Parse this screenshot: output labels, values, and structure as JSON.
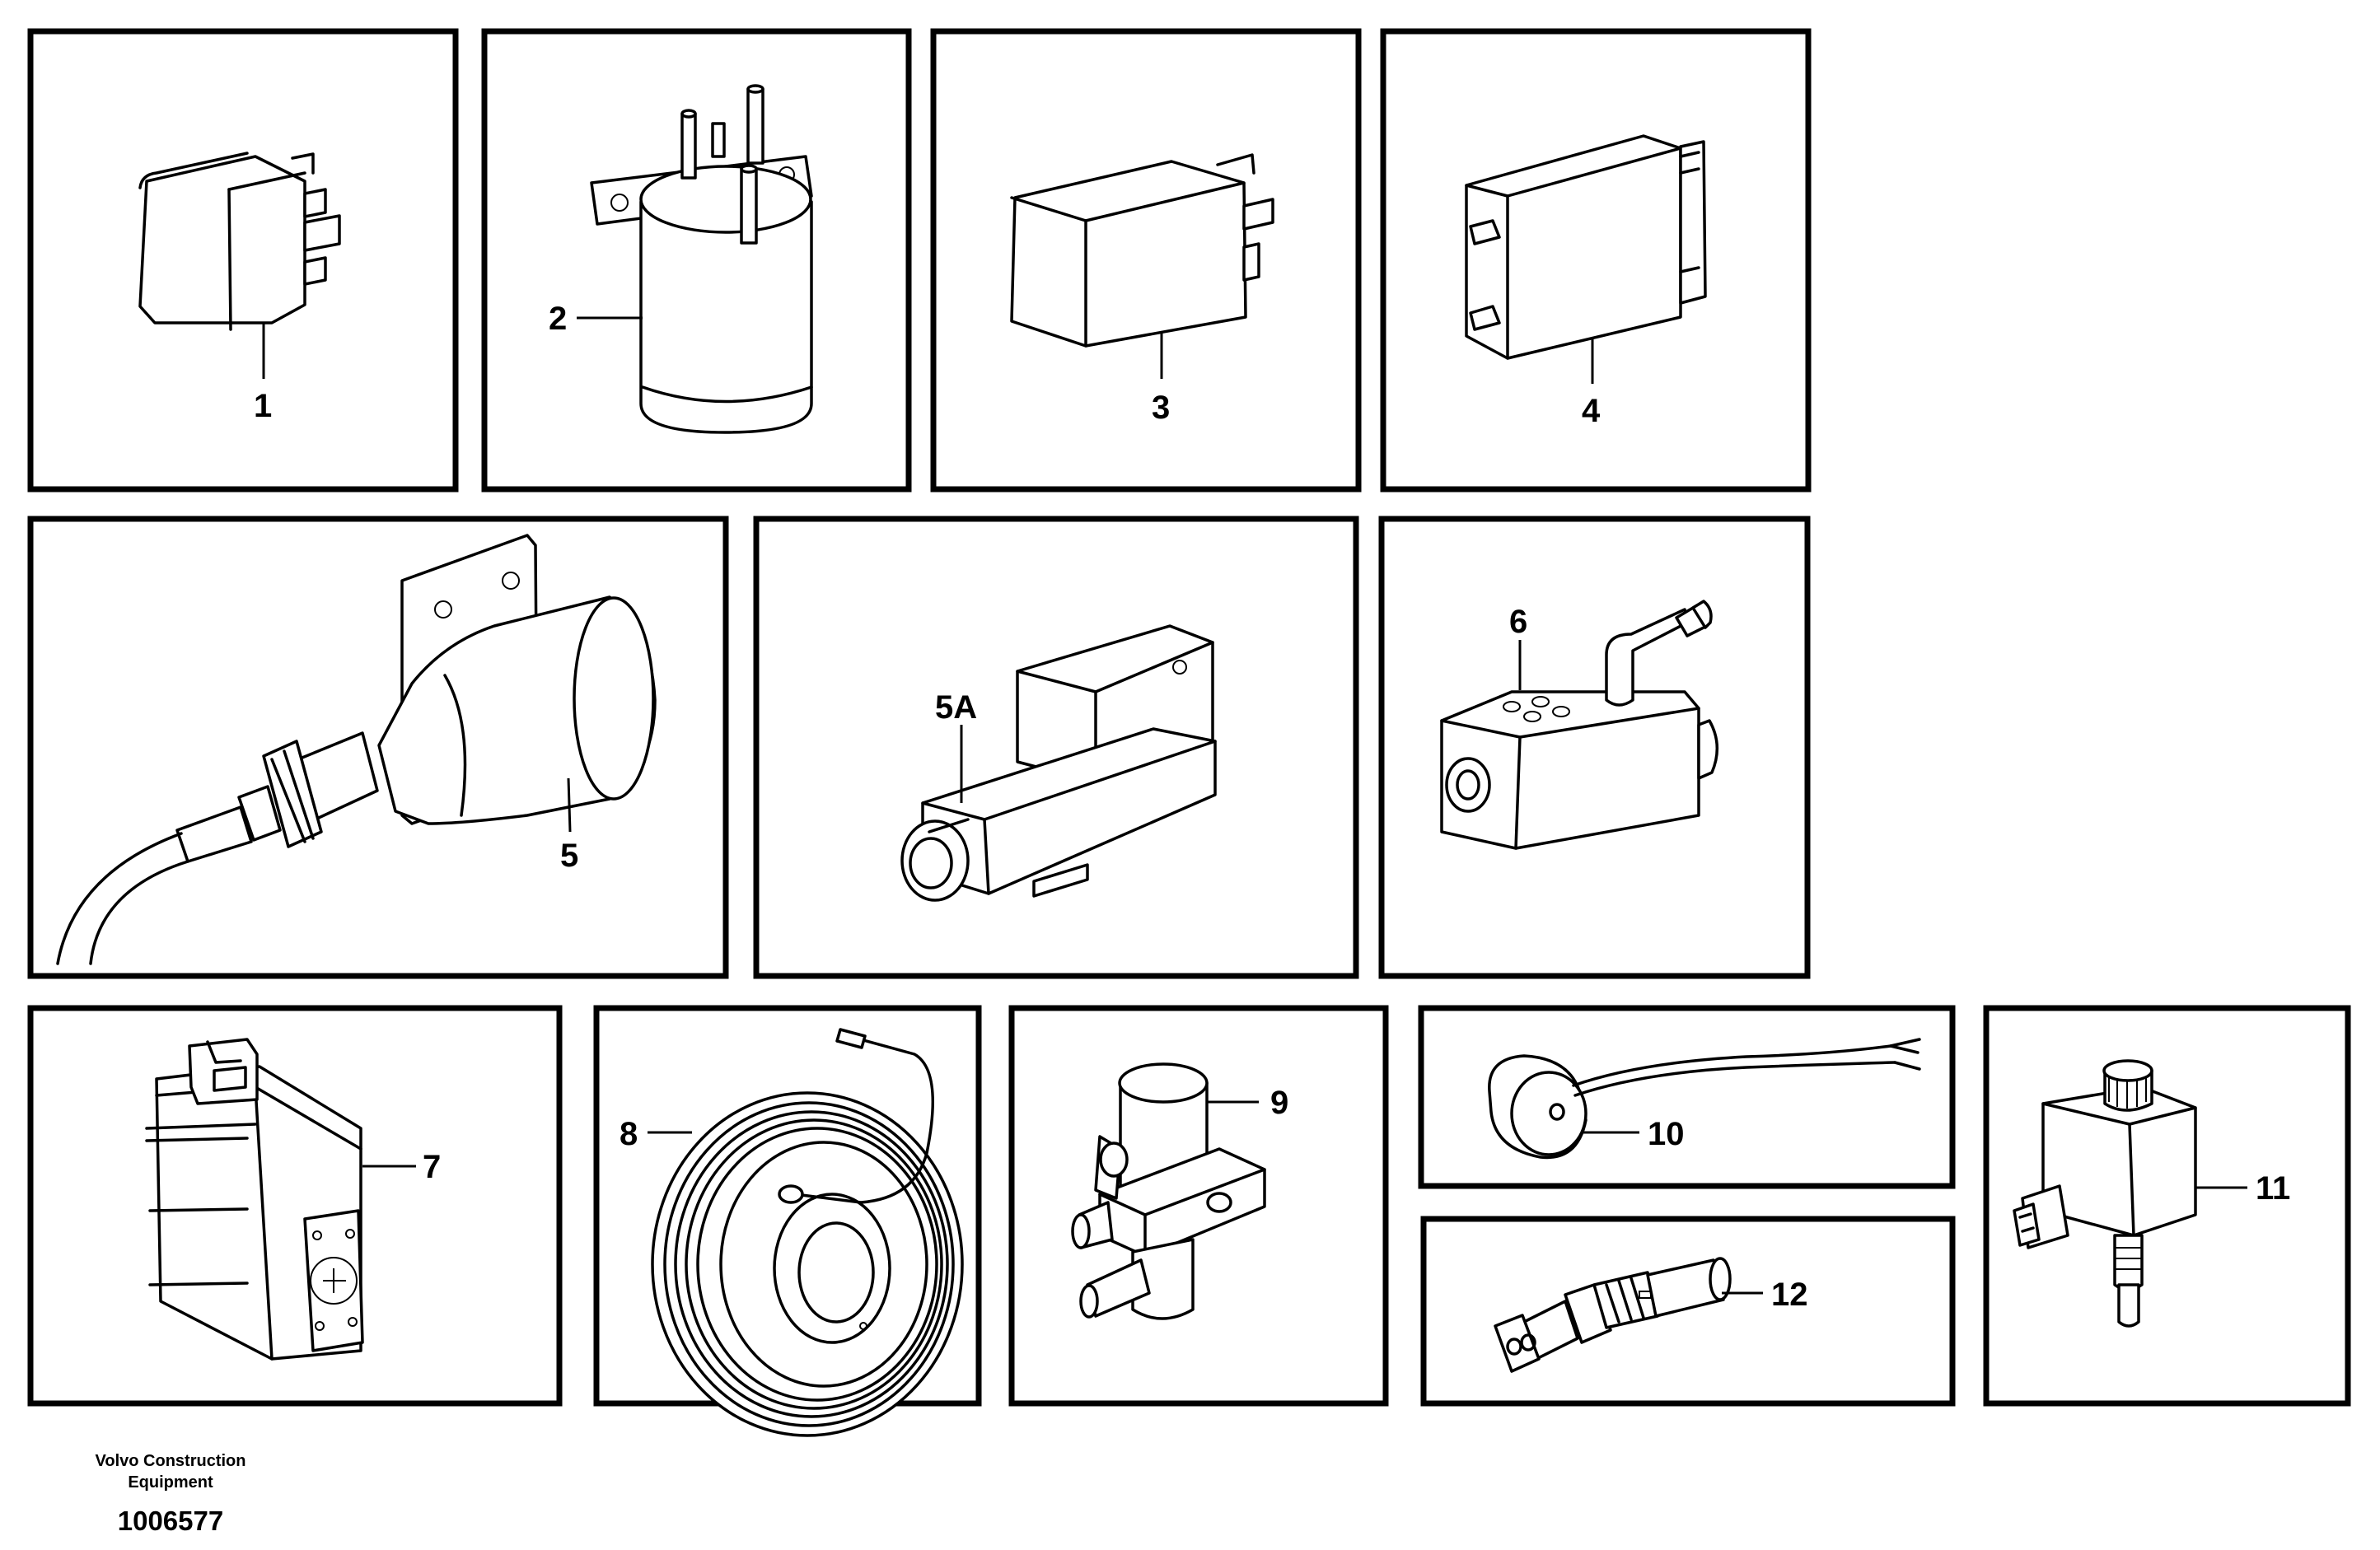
{
  "parts": [
    {
      "ref": "1"
    },
    {
      "ref": "2"
    },
    {
      "ref": "3"
    },
    {
      "ref": "4"
    },
    {
      "ref": "5"
    },
    {
      "ref": "5A"
    },
    {
      "ref": "6"
    },
    {
      "ref": "7"
    },
    {
      "ref": "8"
    },
    {
      "ref": "9"
    },
    {
      "ref": "10"
    },
    {
      "ref": "11"
    },
    {
      "ref": "12"
    }
  ],
  "footer": {
    "company_line1": "Volvo Construction",
    "company_line2": "Equipment",
    "drawing_number": "1006577"
  }
}
